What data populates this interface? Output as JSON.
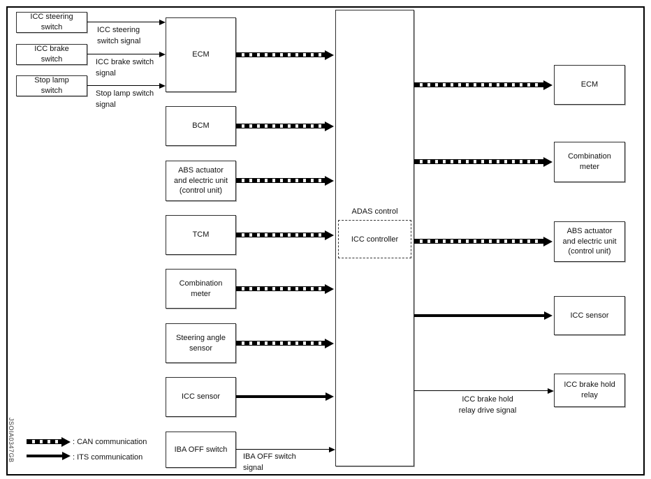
{
  "code": "JSOIA0347GB",
  "center": {
    "title": "ADAS control",
    "inner_label": "ICC controller"
  },
  "switch_inputs": [
    {
      "label": "ICC steering\nswitch",
      "signal": "ICC steering\nswitch signal"
    },
    {
      "label": "ICC brake\nswitch",
      "signal": "ICC brake switch\nsignal"
    },
    {
      "label": "Stop lamp\nswitch",
      "signal": "Stop lamp switch\nsignal"
    }
  ],
  "left_nodes": [
    {
      "label": "ECM"
    },
    {
      "label": "BCM"
    },
    {
      "label": "ABS actuator\nand electric unit\n(control unit)"
    },
    {
      "label": "TCM"
    },
    {
      "label": "Combination\nmeter"
    },
    {
      "label": "Steering angle\nsensor"
    },
    {
      "label": "ICC sensor"
    },
    {
      "label": "IBA OFF switch"
    }
  ],
  "iba_signal": "IBA OFF switch\nsignal",
  "right_nodes": [
    {
      "label": "ECM"
    },
    {
      "label": "Combination\nmeter"
    },
    {
      "label": "ABS actuator\nand electric unit\n(control unit)"
    },
    {
      "label": "ICC sensor"
    },
    {
      "label": "ICC brake hold\nrelay"
    }
  ],
  "relay_signal": "ICC brake hold\nrelay drive signal",
  "legend": {
    "can_label": ": CAN communication",
    "its_label": ": ITS communication"
  }
}
